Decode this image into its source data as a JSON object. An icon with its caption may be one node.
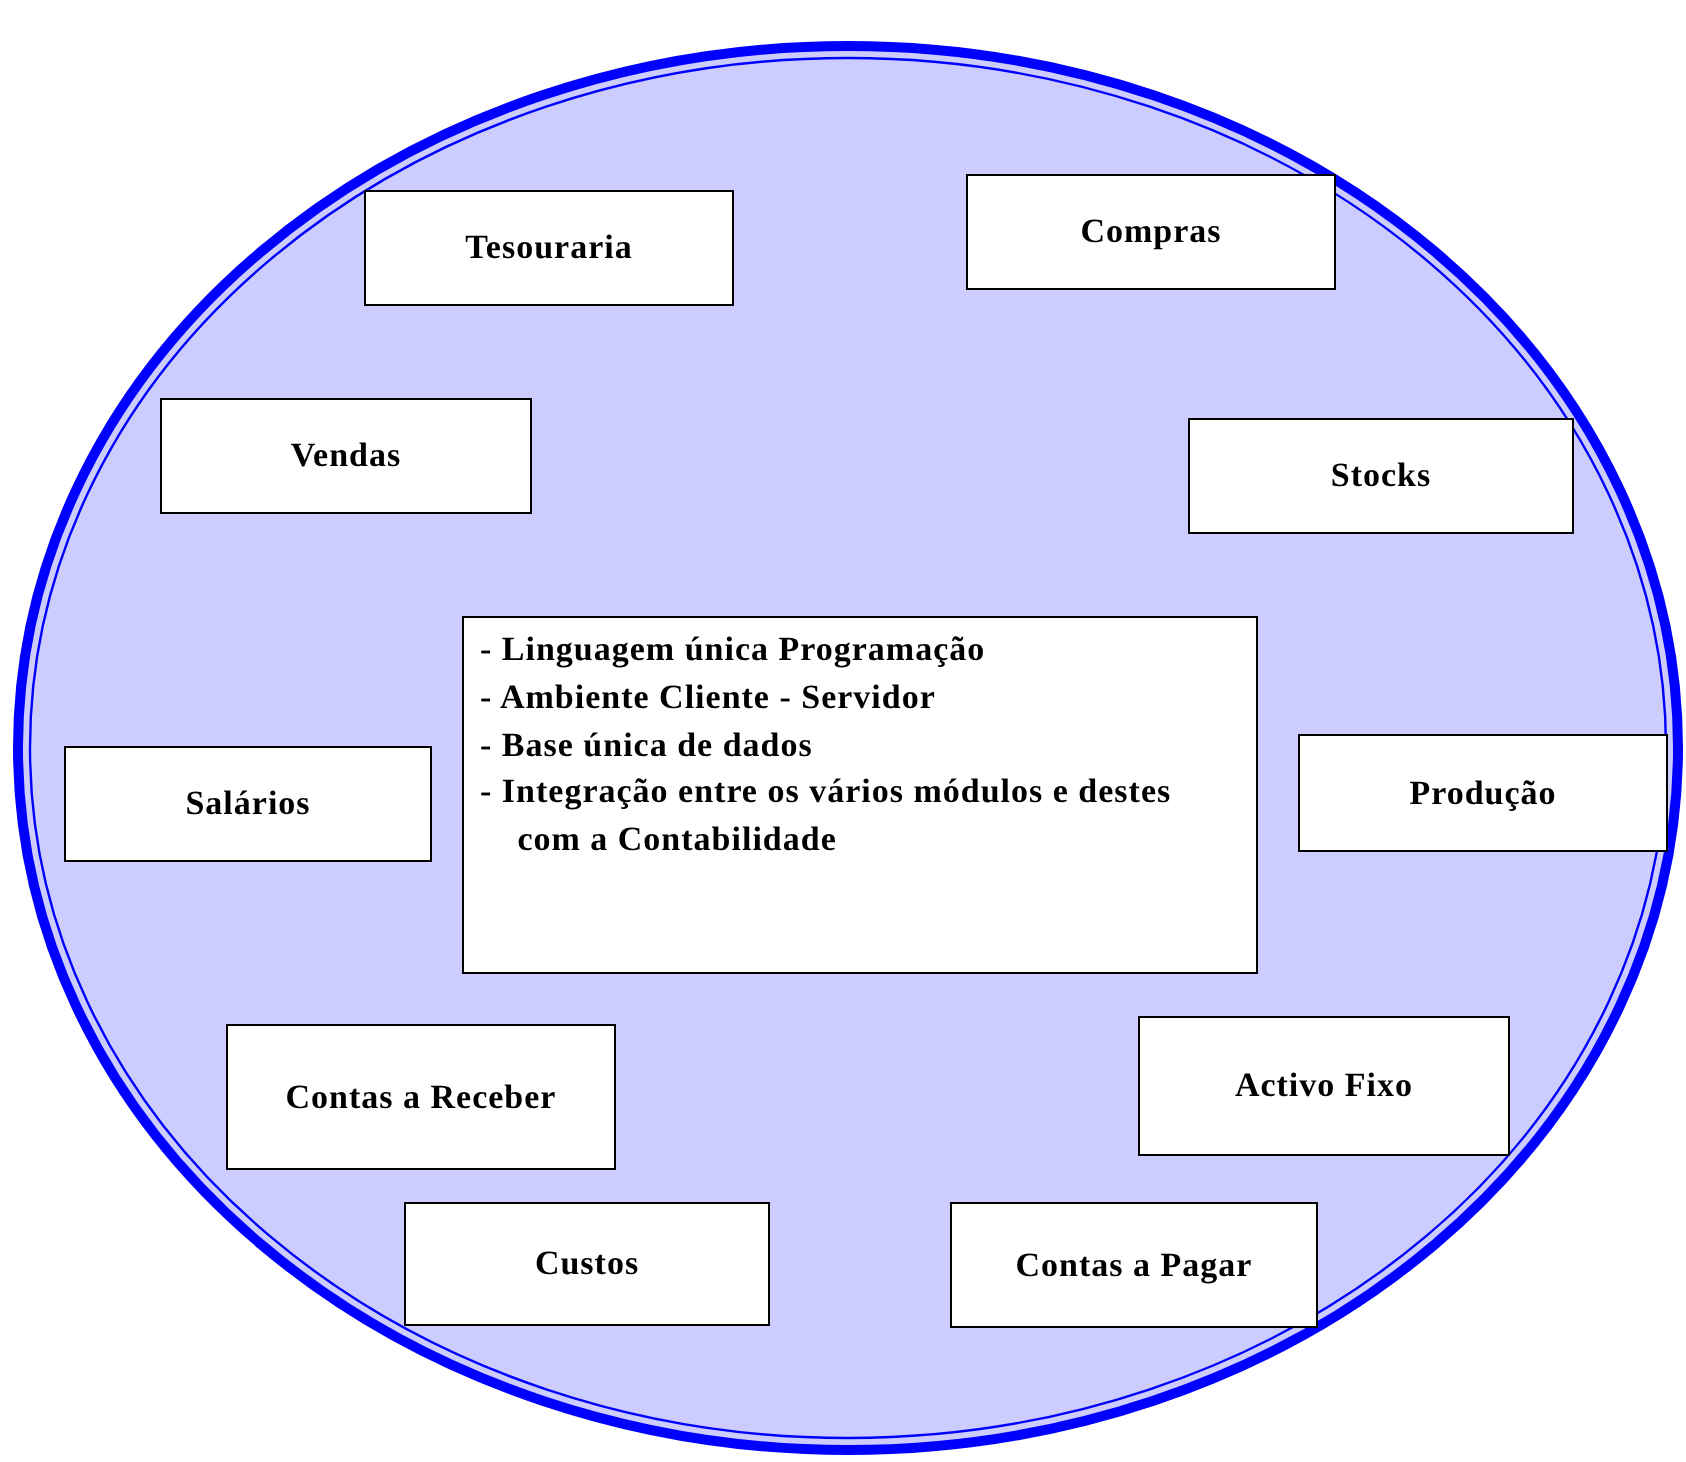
{
  "diagram": {
    "nodes": [
      {
        "text": [],
        "shape": "circle"
      },
      {
        "text": [
          "Tesouraria"
        ],
        "in": 0
      },
      {
        "text": [
          "Compras"
        ],
        "in": 0
      },
      {
        "text": [
          "Vendas"
        ],
        "in": 0
      },
      {
        "text": [
          "Stocks"
        ],
        "in": 0
      },
      {
        "text": [
          "- Linguagem única Programação",
          "- Ambiente Cliente - Servidor",
          "- Base única de dados",
          "- Integração entre os vários módulos e destes com a Contabilidade"
        ],
        "in": 0
      },
      {
        "text": [
          "Salários"
        ],
        "in": 0
      },
      {
        "text": [
          "Produção"
        ],
        "in": 0
      },
      {
        "text": [
          "Contas a Receber"
        ],
        "in": 0
      },
      {
        "text": [
          "Activo Fixo"
        ],
        "in": 0
      },
      {
        "text": [
          "Custos"
        ],
        "in": 0
      },
      {
        "text": [
          "Contas a Pagar"
        ],
        "in": 0
      }
    ],
    "edges": []
  }
}
